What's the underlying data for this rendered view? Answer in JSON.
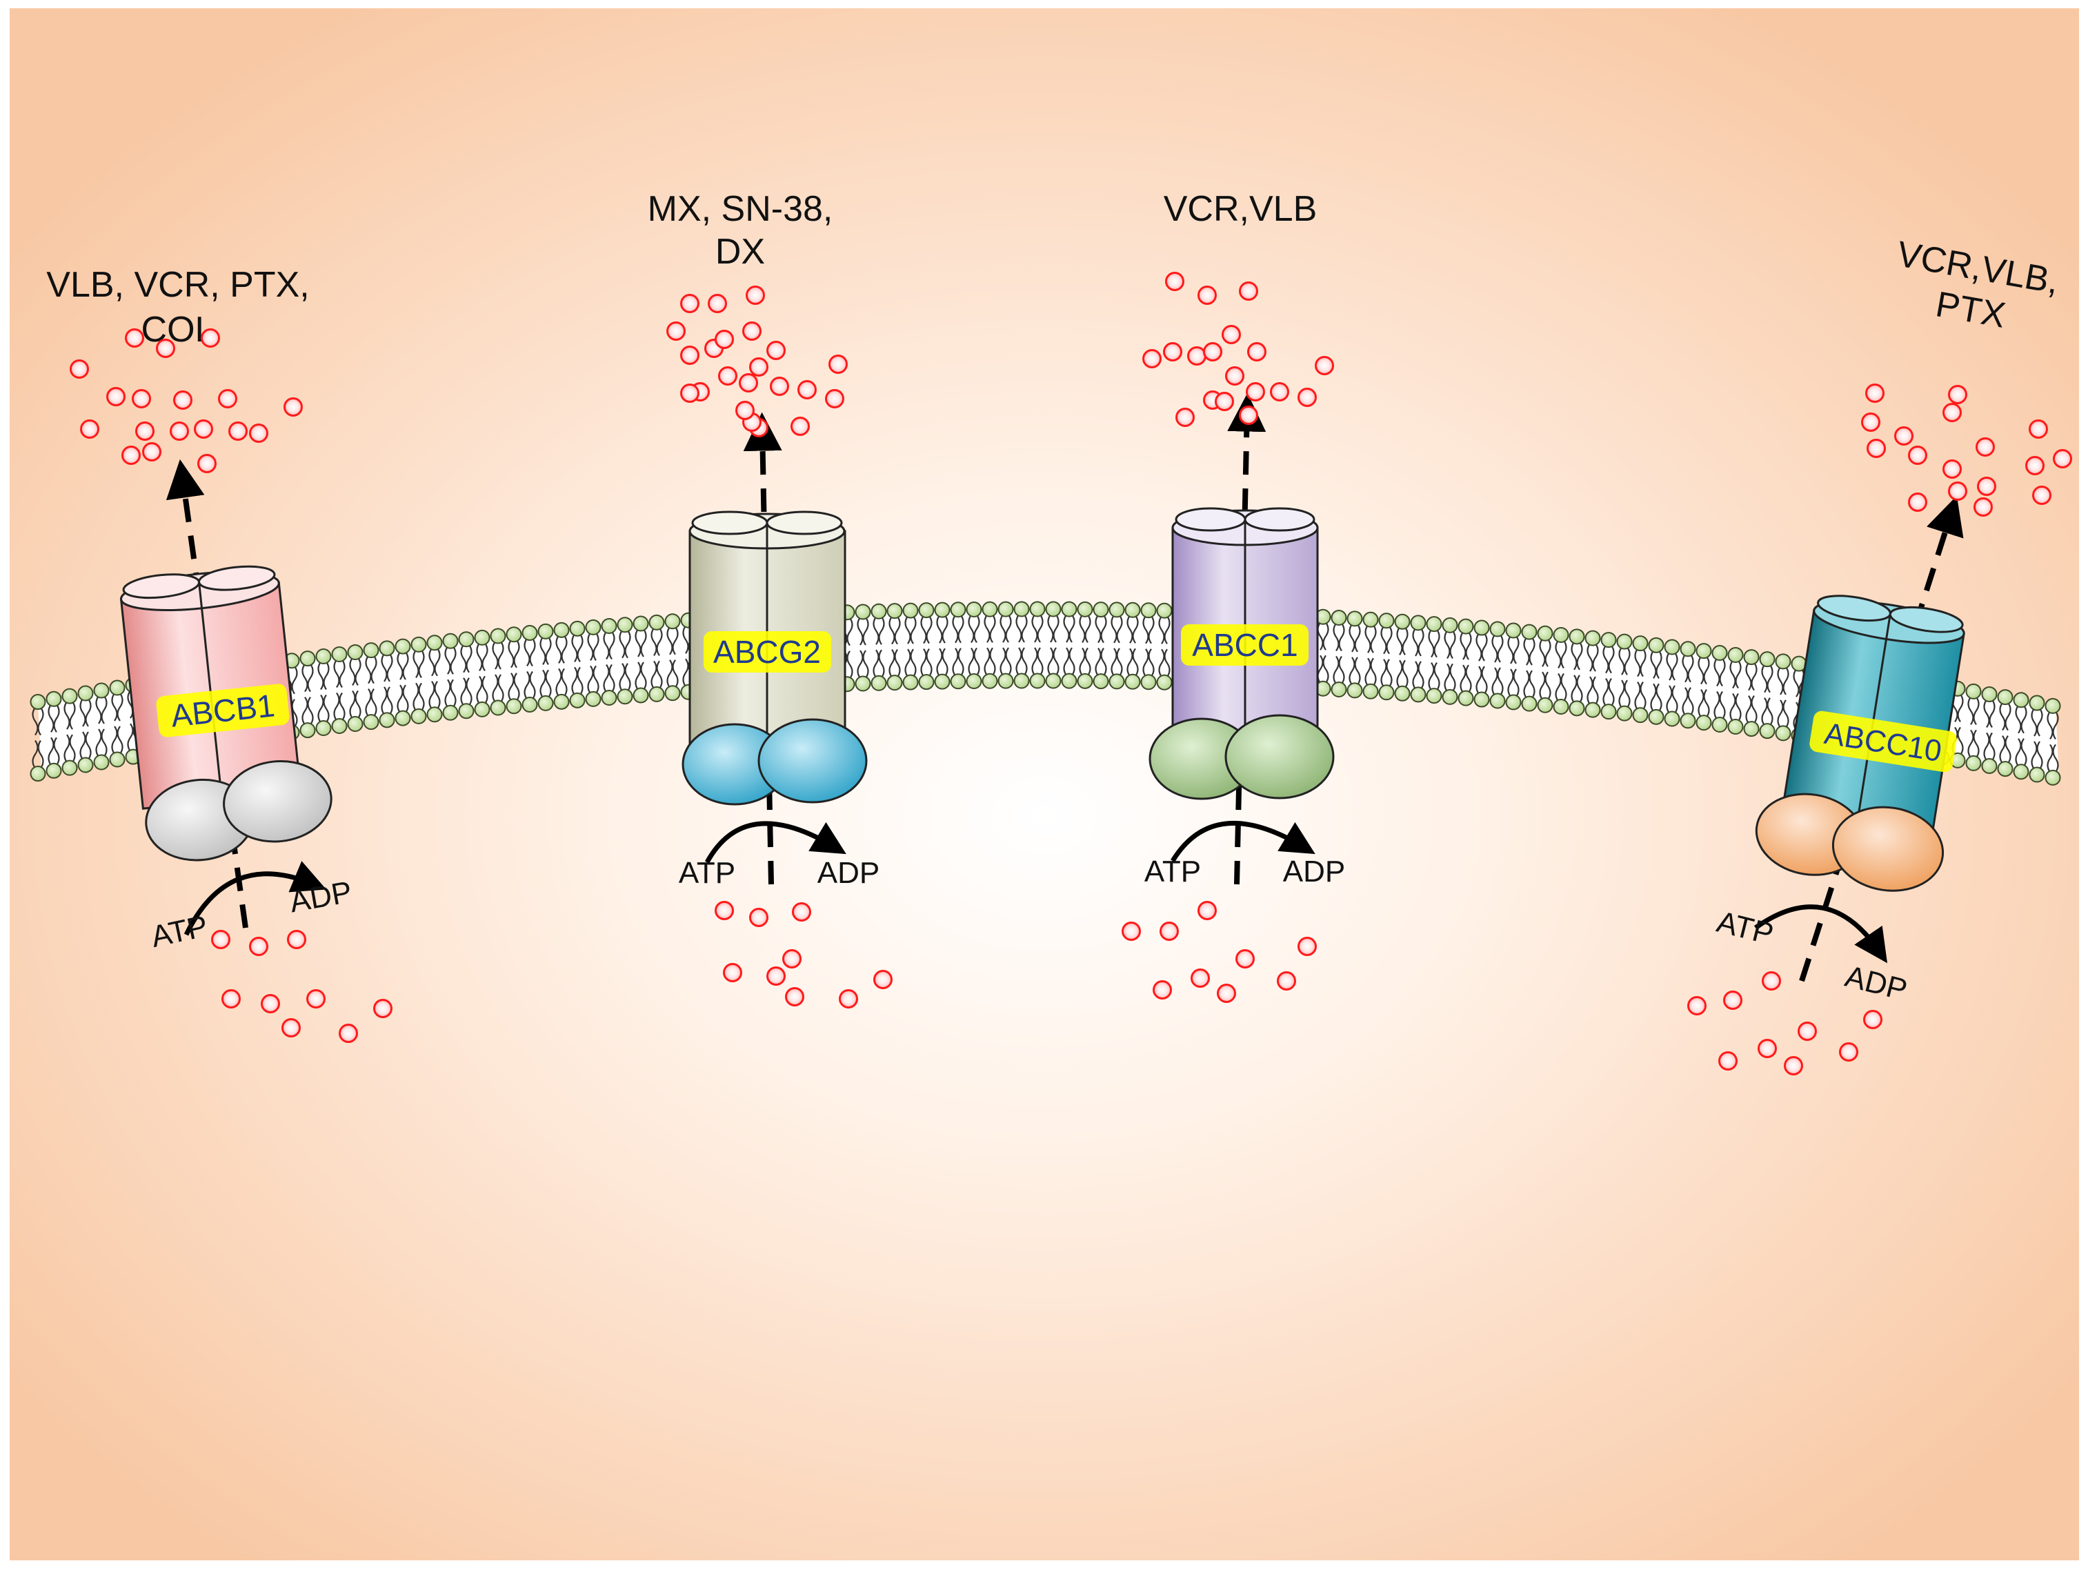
{
  "colors": {
    "background_center": "#ffffff",
    "background_edge": "#f8c8a4",
    "lipid_head": "#c5dfa3",
    "drug_molecule": "#ff0000",
    "label_highlight": "#ffff00",
    "label_text": "#1f3a8f"
  },
  "transporters": [
    {
      "id": "abcb1",
      "name": "ABCB1",
      "substrates": [
        "VLB, VCR, PTX,",
        "COL"
      ],
      "atp_label": "ATP",
      "adp_label": "ADP",
      "colors": {
        "body": "#f4a9a9",
        "body_light": "#fde0e0",
        "nbd": "#d0d0d0",
        "nbd_light": "#f7f7f7"
      }
    },
    {
      "id": "abcg2",
      "name": "ABCG2",
      "substrates": [
        "MX, SN-38,",
        "DX"
      ],
      "atp_label": "ATP",
      "adp_label": "ADP",
      "colors": {
        "body": "#cfcfb7",
        "body_light": "#ecece0",
        "nbd": "#4fb8d8",
        "nbd_light": "#c8ecf7"
      }
    },
    {
      "id": "abcc1",
      "name": "ABCC1",
      "substrates": [
        "VCR,VLB"
      ],
      "atp_label": "ATP",
      "adp_label": "ADP",
      "colors": {
        "body": "#b8a8d4",
        "body_light": "#e8e0f2",
        "nbd": "#a3c48c",
        "nbd_light": "#dff0d2"
      }
    },
    {
      "id": "abcc10",
      "name": "ABCC10",
      "substrates": [
        "VCR,VLB,",
        "PTX"
      ],
      "atp_label": "ATP",
      "adp_label": "ADP",
      "colors": {
        "body": "#1f8fa3",
        "body_light": "#b8e7ee",
        "nbd": "#f5b784",
        "nbd_light": "#fde6d4"
      }
    }
  ]
}
